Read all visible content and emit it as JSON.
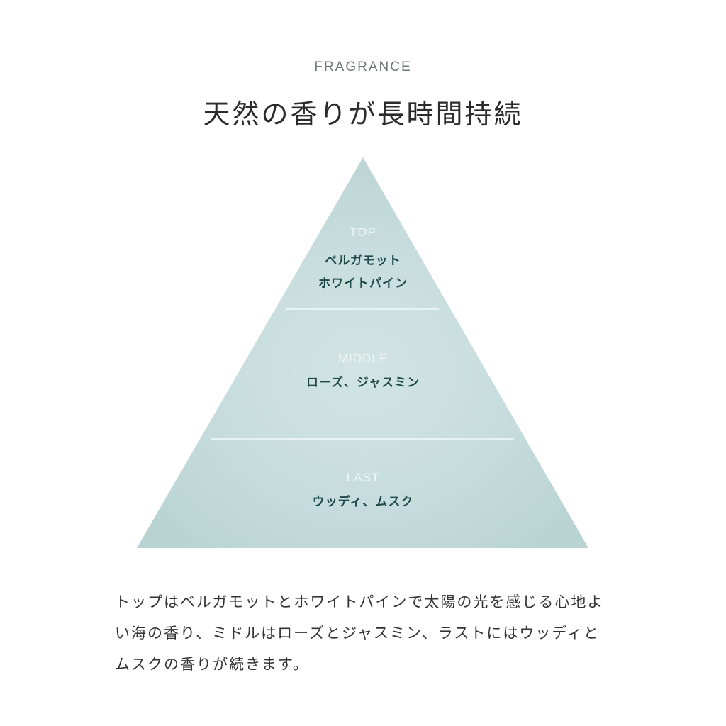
{
  "header": {
    "eyebrow": "FRAGRANCE",
    "title": "天然の香りが長時間持続"
  },
  "pyramid": {
    "fill_color": "#c5dcdc",
    "divider_color": "#f4f9f9",
    "label_color": "#f2f7f7",
    "note_color": "#1f4a4a",
    "tiers": [
      {
        "label": "TOP",
        "notes": [
          "ベルガモット",
          "ホワイトパイン"
        ]
      },
      {
        "label": "MIDDLE",
        "notes": [
          "ローズ、ジャスミン"
        ]
      },
      {
        "label": "LAST",
        "notes": [
          "ウッディ、ムスク"
        ]
      }
    ]
  },
  "description": "トップはベルガモットとホワイトパインで太陽の光を感じる心地よい海の香り、ミドルはローズとジャスミン、ラストにはウッディとムスクの香りが続きます。"
}
